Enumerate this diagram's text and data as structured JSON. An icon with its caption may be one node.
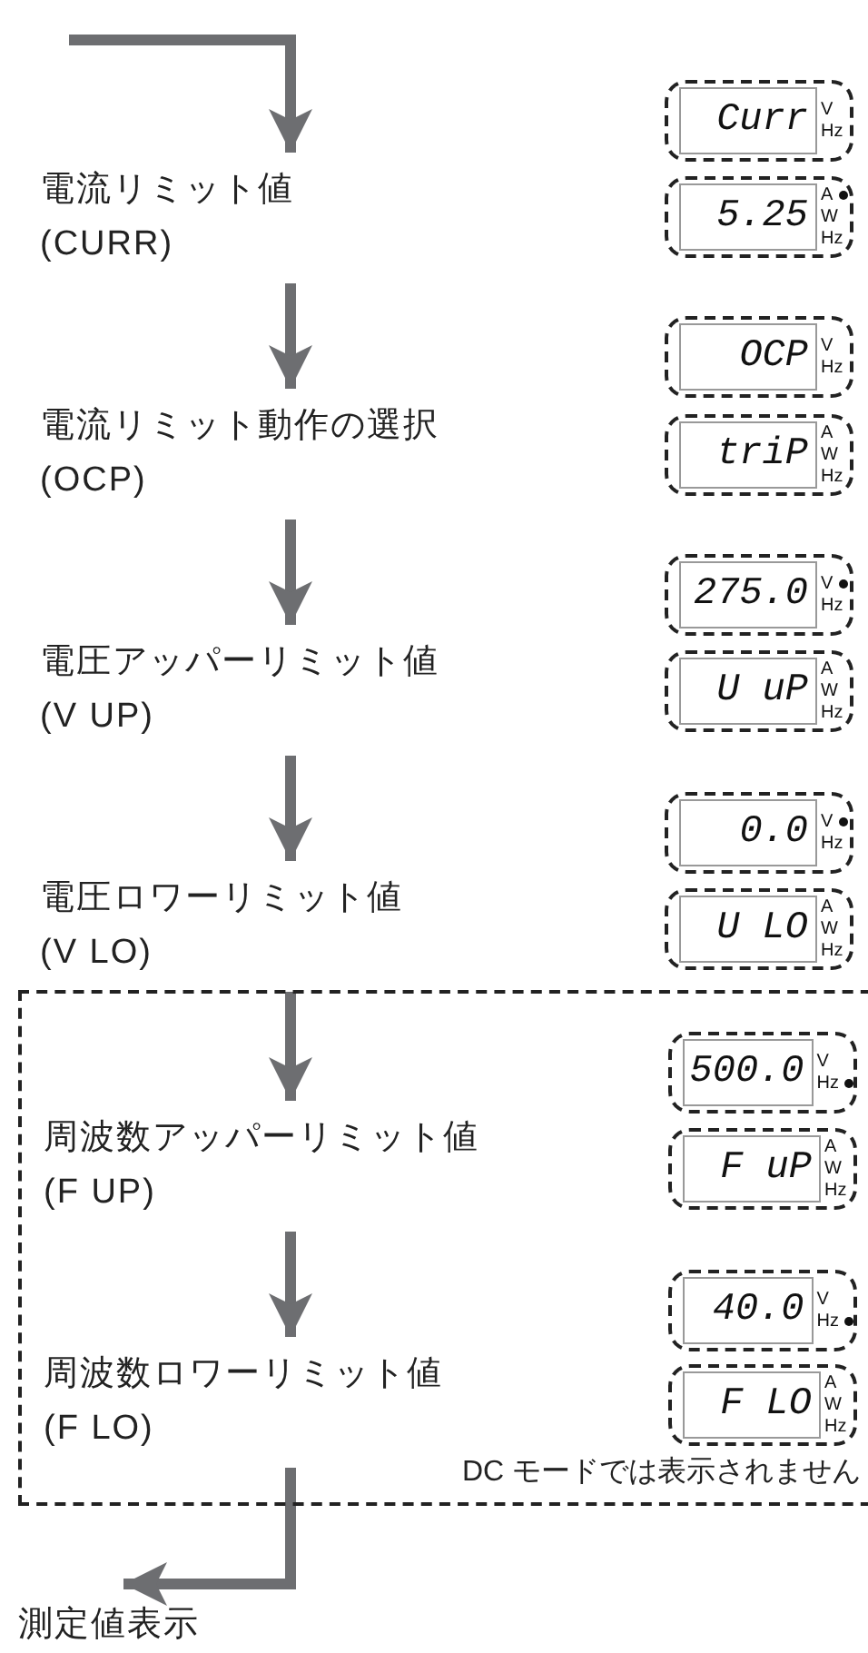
{
  "diagram": {
    "nodes": [
      {
        "text": [
          "電流リミット値",
          "(CURR)"
        ]
      },
      {
        "text": [
          "Curr",
          "V",
          "Hz"
        ]
      },
      {
        "text": [
          "5.25",
          "A",
          "W",
          "Hz"
        ]
      },
      {
        "text": [
          "電流リミット動作の選択",
          "(OCP)"
        ]
      },
      {
        "text": [
          "OCP",
          "V",
          "Hz"
        ]
      },
      {
        "text": [
          "triP",
          "A",
          "W",
          "Hz"
        ]
      },
      {
        "text": [
          "電圧アッパーリミット値",
          "(V UP)"
        ]
      },
      {
        "text": [
          "275.0",
          "V",
          "Hz"
        ]
      },
      {
        "text": [
          "U uP",
          "A",
          "W",
          "Hz"
        ]
      },
      {
        "text": [
          "電圧ロワーリミット値",
          "(V LO)"
        ]
      },
      {
        "text": [
          "0.0",
          "V",
          "Hz"
        ]
      },
      {
        "text": [
          "U LO",
          "A",
          "W",
          "Hz"
        ]
      },
      {
        "text": [
          "DC モードでは表示されません"
        ]
      },
      {
        "text": [
          "周波数アッパーリミット値",
          "(F UP)"
        ],
        "in": 12
      },
      {
        "text": [
          "500.0",
          "V",
          "Hz"
        ],
        "in": 12
      },
      {
        "text": [
          "F uP",
          "A",
          "W",
          "Hz"
        ],
        "in": 12
      },
      {
        "text": [
          "周波数ロワーリミット値",
          "(F LO)"
        ],
        "in": 12
      },
      {
        "text": [
          "40.0",
          "V",
          "Hz"
        ],
        "in": 12
      },
      {
        "text": [
          "F LO",
          "A",
          "W",
          "Hz"
        ],
        "in": 12
      },
      {
        "text": [
          "測定値表示"
        ]
      }
    ],
    "edges": [
      {
        "from": null,
        "to": 0,
        "arrow": "to"
      },
      {
        "from": 0,
        "to": 3,
        "arrow": "to"
      },
      {
        "from": 3,
        "to": 6,
        "arrow": "to"
      },
      {
        "from": 6,
        "to": 9,
        "arrow": "to"
      },
      {
        "from": 9,
        "to": 13,
        "arrow": "to"
      },
      {
        "from": 13,
        "to": 16,
        "arrow": "to"
      },
      {
        "from": 16,
        "to": 19,
        "arrow": "to"
      }
    ]
  }
}
